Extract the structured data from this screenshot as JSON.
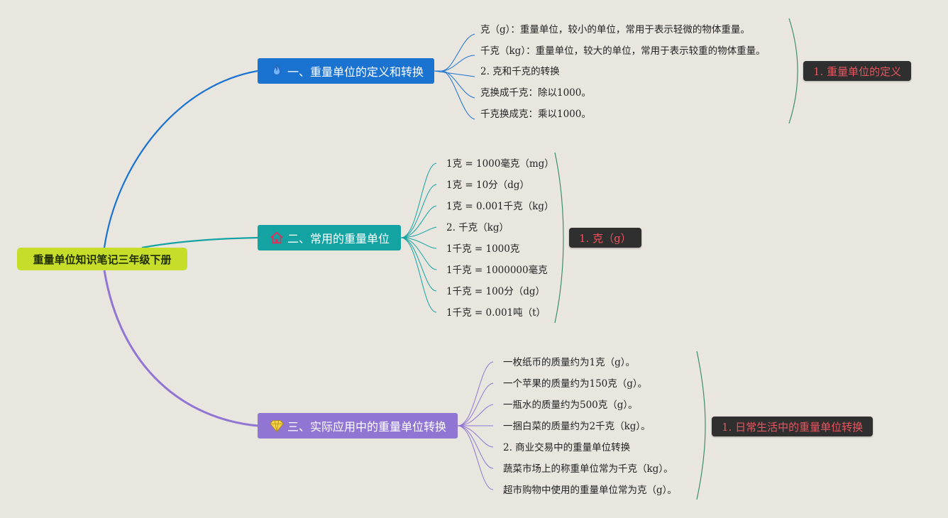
{
  "root": {
    "label": "重量单位知识笔记三年级下册"
  },
  "branches": [
    {
      "label": "一、重量单位的定义和转换",
      "color": "#1a73d0",
      "icon": "fire-icon",
      "items": [
        "克（g）：重量单位，较小的单位，常用于表示轻微的物体重量。",
        "千克（kg）：重量单位，较大的单位，常用于表示较重的物体重量。",
        "2. 克和千克的转换",
        "克换成千克：除以1000。",
        "千克换成克：乘以1000。"
      ],
      "summary": "1. 重量单位的定义"
    },
    {
      "label": "二、常用的重量单位",
      "color": "#14a3a3",
      "icon": "house-icon",
      "items": [
        "1克 = 1000毫克（mg）",
        "1克 = 10分（dg）",
        "1克 = 0.001千克（kg）",
        "2. 千克（kg）",
        "1千克 = 1000克",
        "1千克 = 1000000毫克",
        "1千克 = 100分（dg）",
        "1千克 = 0.001吨（t）"
      ],
      "summary": "1. 克（g）"
    },
    {
      "label": "三、实际应用中的重量单位转换",
      "color": "#9076d2",
      "icon": "diamond-icon",
      "items": [
        "一枚纸币的质量约为1克（g）。",
        "一个苹果的质量约为150克（g）。",
        "一瓶水的质量约为500克（g）。",
        "一捆白菜的质量约为2千克（kg）。",
        "2. 商业交易中的重量单位转换",
        "蔬菜市场上的称重单位常为千克（kg）。",
        "超市购物中使用的重量单位常为克（g）。"
      ],
      "summary": "1. 日常生活中的重量单位转换"
    }
  ]
}
